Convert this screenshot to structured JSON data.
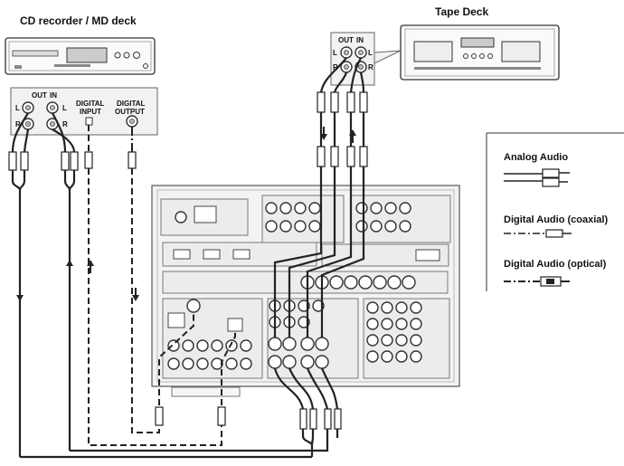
{
  "labels": {
    "cd_recorder": "CD recorder / MD deck",
    "tape_deck": "Tape Deck",
    "out": "OUT",
    "in": "IN",
    "digital_input_1": "DIGITAL",
    "digital_input_2": "INPUT",
    "digital_output_1": "DIGITAL",
    "digital_output_2": "OUTPUT",
    "L": "L",
    "R": "R"
  },
  "legend": {
    "analog": "Analog Audio",
    "coaxial": "Digital Audio (coaxial)",
    "optical": "Digital Audio (optical)"
  }
}
